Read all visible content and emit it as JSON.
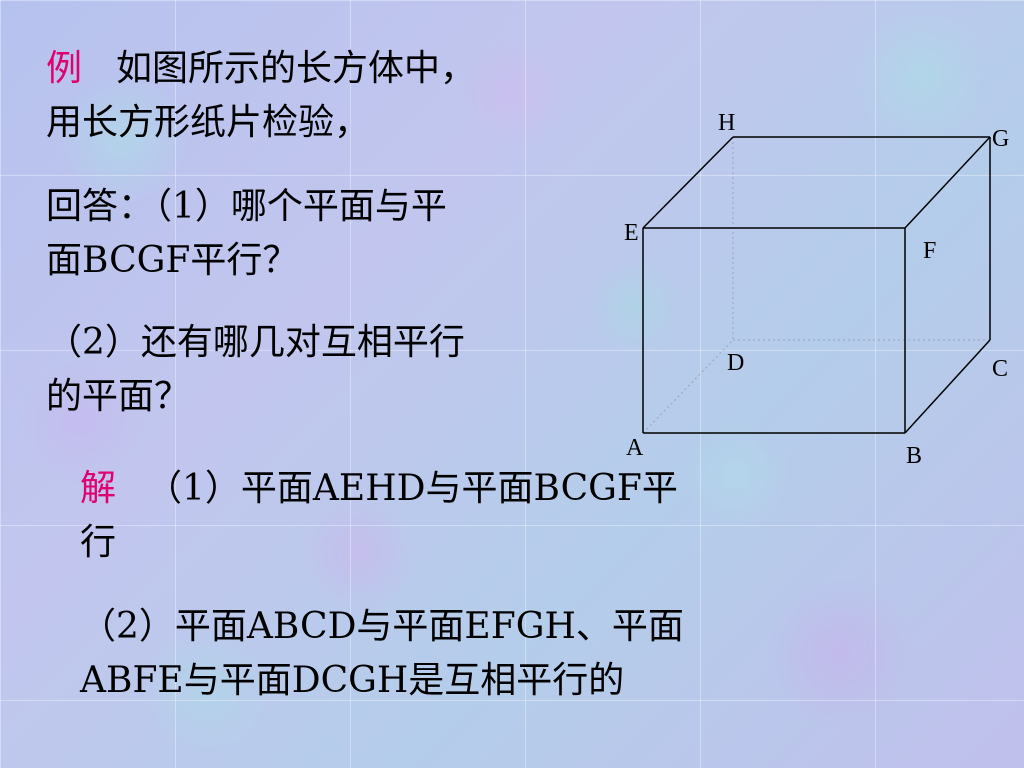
{
  "example": {
    "label": "例",
    "line1": "如图所示的长方体中，",
    "line2": "用长方形纸片检验，",
    "q1_line1": "回答：（1）哪个平面与平",
    "q1_line2": "面BCGF平行？",
    "q2_line1": "（2）还有哪几对互相平行",
    "q2_line2": "的平面？"
  },
  "solution": {
    "label": "解",
    "a1_line1": "（1）平面AEHD与平面BCGF平",
    "a1_line2": "行",
    "a2_line1": "（2）平面ABCD与平面EFGH、平面",
    "a2_line2": "ABFE与平面DCGH是互相平行的"
  },
  "figure": {
    "vertices": {
      "A": "A",
      "B": "B",
      "C": "C",
      "D": "D",
      "E": "E",
      "F": "F",
      "G": "G",
      "H": "H"
    },
    "edge_color": "#000000",
    "hidden_edge_color": "#9aa0b8"
  },
  "colors": {
    "accent": "#e0006e",
    "text": "#000000"
  }
}
